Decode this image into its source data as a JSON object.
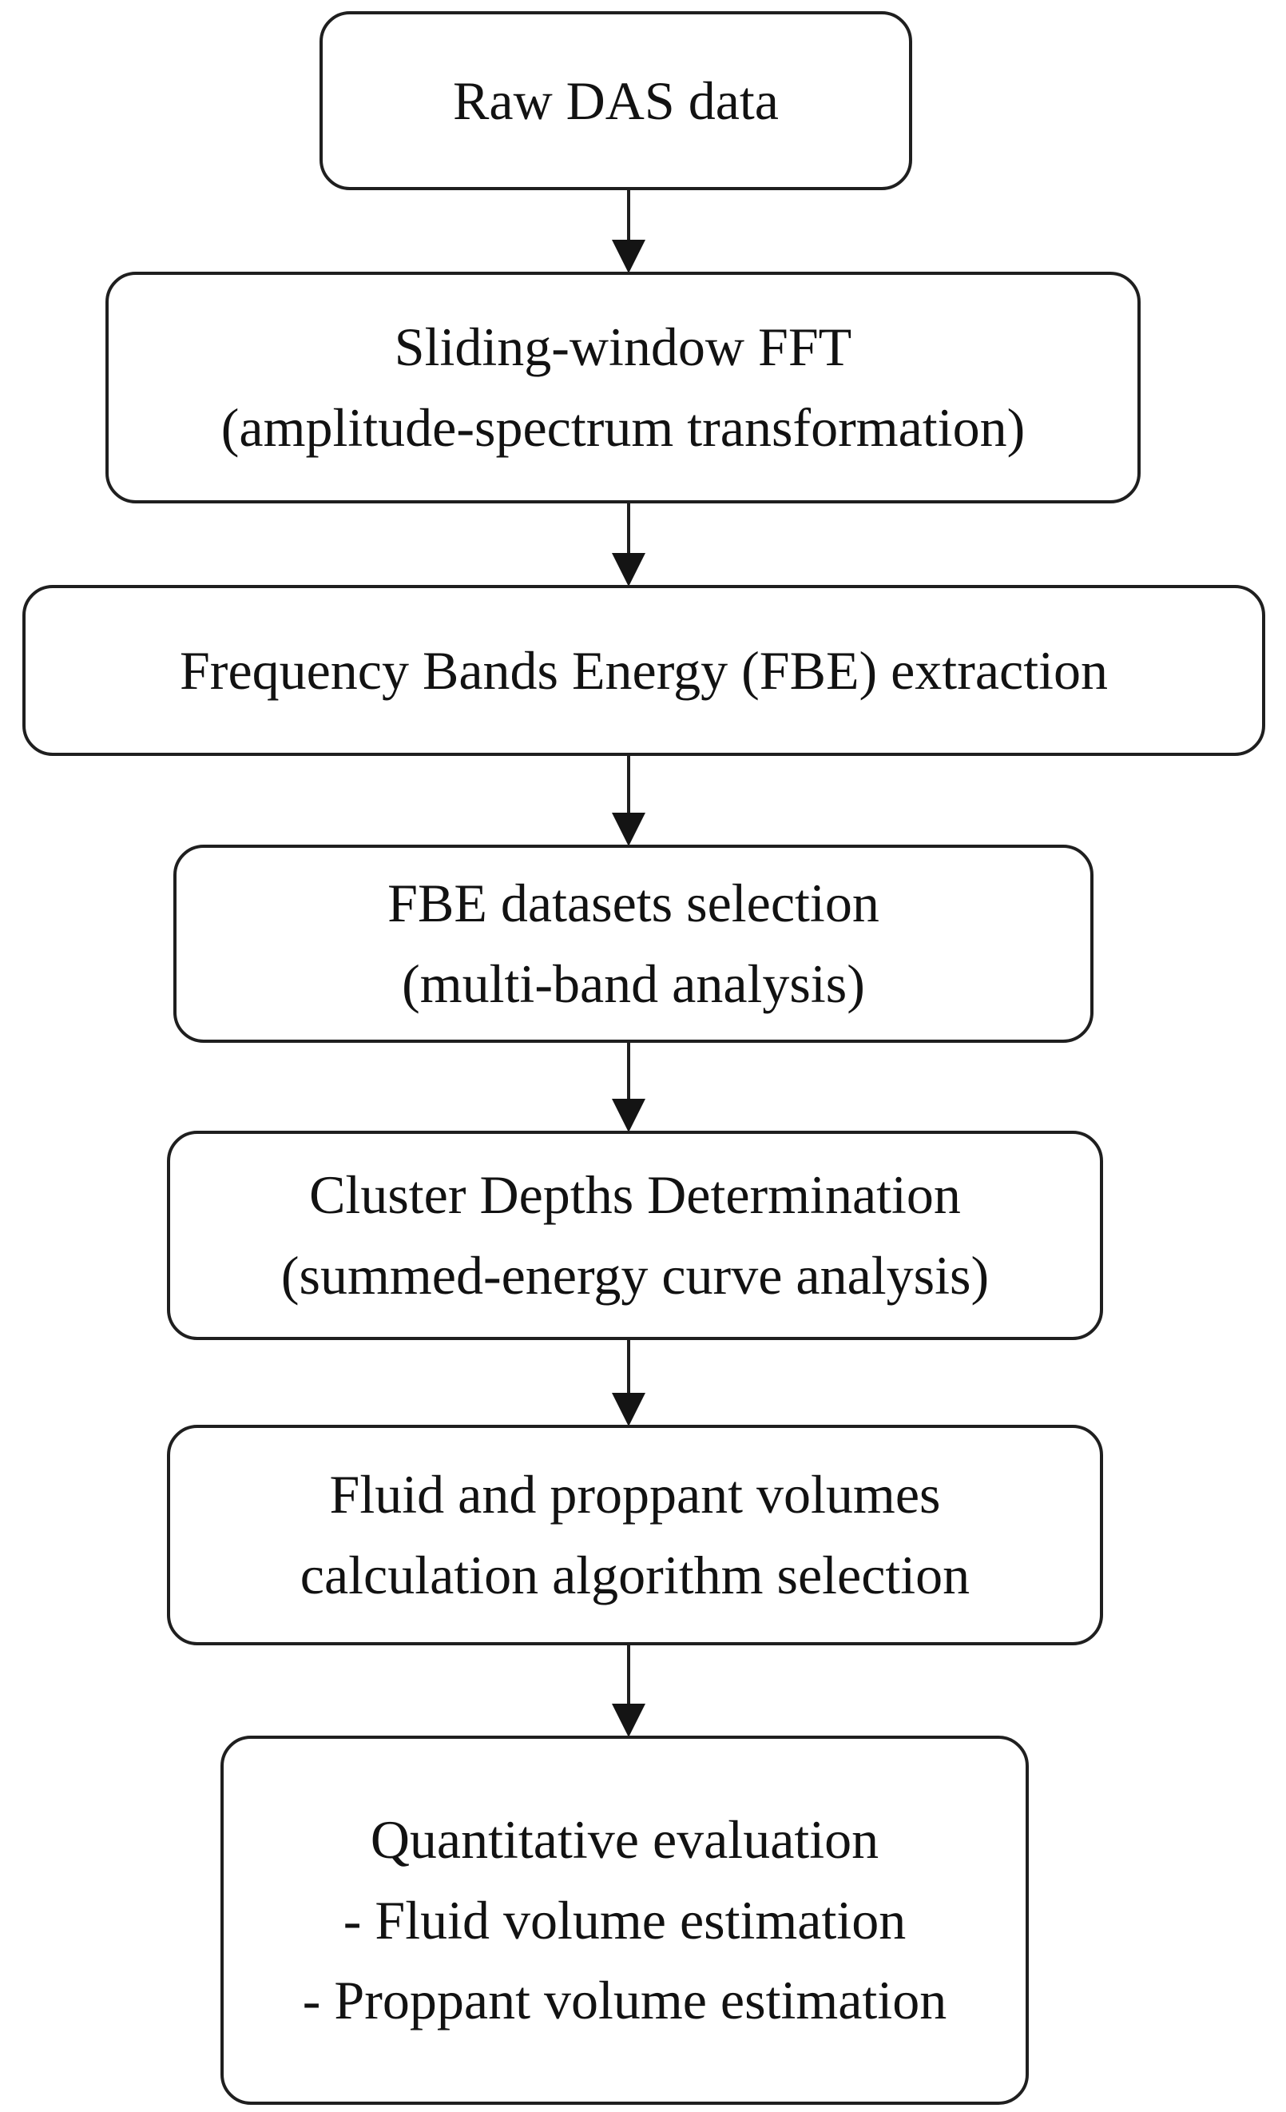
{
  "diagram": {
    "type": "flowchart",
    "direction": "top-down",
    "background_color": "#ffffff",
    "node_border_color": "#1f1f1f",
    "node_fill_color": "#ffffff",
    "text_color": "#121212",
    "arrow_color": "#141414",
    "nodes": [
      {
        "id": "raw-das-data",
        "lines": [
          "Raw DAS data"
        ]
      },
      {
        "id": "sliding-window-fft",
        "lines": [
          "Sliding-window FFT",
          "(amplitude-spectrum transformation)"
        ]
      },
      {
        "id": "fbe-extraction",
        "lines": [
          "Frequency Bands Energy (FBE) extraction"
        ]
      },
      {
        "id": "fbe-datasets-selection",
        "lines": [
          "FBE datasets selection",
          "(multi-band analysis)"
        ]
      },
      {
        "id": "cluster-depths-determination",
        "lines": [
          "Cluster Depths Determination",
          "(summed-energy curve analysis)"
        ]
      },
      {
        "id": "volumes-algorithm-selection",
        "lines": [
          "Fluid and proppant volumes",
          "calculation algorithm selection"
        ]
      },
      {
        "id": "quantitative-evaluation",
        "lines": [
          "Quantitative evaluation",
          "- Fluid volume estimation",
          "- Proppant volume estimation"
        ]
      }
    ],
    "edges": [
      {
        "from": "raw-das-data",
        "to": "sliding-window-fft"
      },
      {
        "from": "sliding-window-fft",
        "to": "fbe-extraction"
      },
      {
        "from": "fbe-extraction",
        "to": "fbe-datasets-selection"
      },
      {
        "from": "fbe-datasets-selection",
        "to": "cluster-depths-determination"
      },
      {
        "from": "cluster-depths-determination",
        "to": "volumes-algorithm-selection"
      },
      {
        "from": "volumes-algorithm-selection",
        "to": "quantitative-evaluation"
      }
    ]
  }
}
